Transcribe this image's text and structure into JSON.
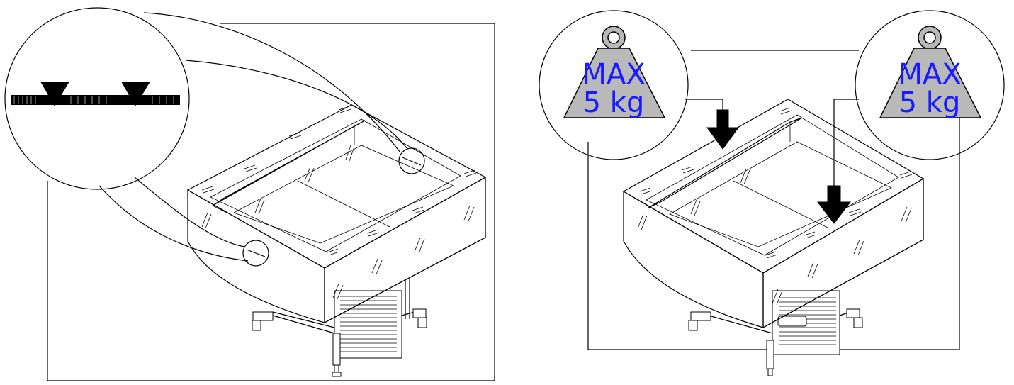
{
  "left_panel": {
    "detail": {
      "glass_marks": 2
    }
  },
  "right_panel": {
    "weights": [
      {
        "line1": "MAX",
        "line2": "5 kg"
      },
      {
        "line1": "MAX",
        "line2": "5 kg"
      }
    ],
    "arrow_count": 2
  },
  "colors": {
    "line": "#000000",
    "weight_fill": "#b9b9b9",
    "weight_text": "#1a1aff",
    "background": "#ffffff"
  }
}
